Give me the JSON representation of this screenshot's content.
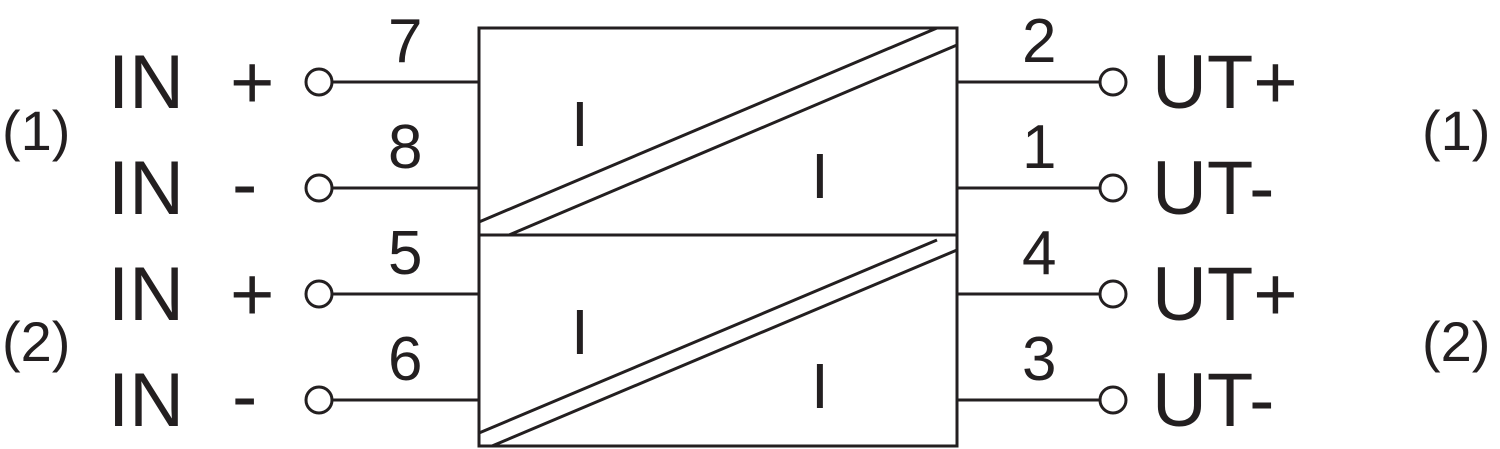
{
  "colors": {
    "ink": "#231f20",
    "background": "#ffffff"
  },
  "channels": [
    {
      "label": "(1)",
      "inputs": [
        {
          "name": "IN",
          "sign": "+",
          "pin": "7"
        },
        {
          "name": "IN",
          "sign": "-",
          "pin": "8"
        }
      ],
      "outputs": [
        {
          "pin": "2",
          "name": "UT+"
        },
        {
          "pin": "1",
          "name": "UT-"
        }
      ],
      "block_symbol_left": "I",
      "block_symbol_right": "I"
    },
    {
      "label": "(2)",
      "inputs": [
        {
          "name": "IN",
          "sign": "+",
          "pin": "5"
        },
        {
          "name": "IN",
          "sign": "-",
          "pin": "6"
        }
      ],
      "outputs": [
        {
          "pin": "4",
          "name": "UT+"
        },
        {
          "pin": "3",
          "name": "UT-"
        }
      ],
      "block_symbol_left": "I",
      "block_symbol_right": "I"
    }
  ]
}
